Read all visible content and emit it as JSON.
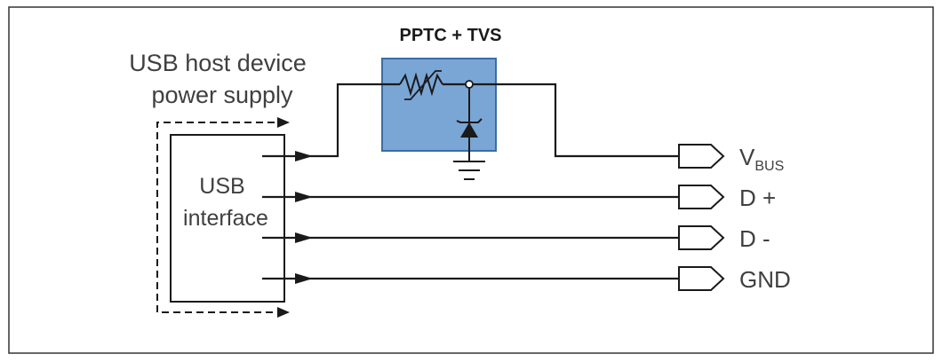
{
  "title": "PPTC + TVS",
  "host_label": {
    "line1": "USB host device",
    "line2": "power supply"
  },
  "interface_label": {
    "line1": "USB",
    "line2": "interface"
  },
  "signals": {
    "vbus_main": "V",
    "vbus_sub": "BUS",
    "dplus": "D +",
    "dminus": "D -",
    "gnd": "GND"
  },
  "icons": {
    "protection_block": "pptc-tvs-block",
    "ptc_resistor": "ptc-resistor-icon",
    "tvs_diode": "tvs-diode-icon",
    "ground": "ground-icon",
    "connector": "connector-pin-icon"
  },
  "colors": {
    "protection_fill": "#7aa6d6",
    "protection_border": "#3a6ea5",
    "line": "#1a1a1a",
    "text": "#404040",
    "title": "#1a1a1a"
  }
}
